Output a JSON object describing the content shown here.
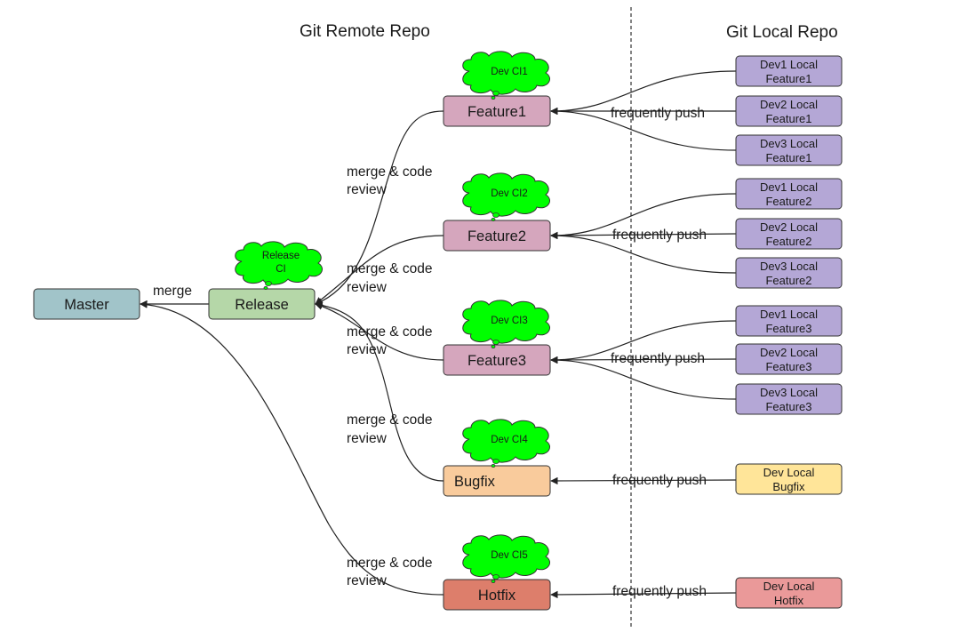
{
  "headings": {
    "remote": "Git Remote Repo",
    "local": "Git Local Repo"
  },
  "nodes": {
    "master": {
      "label": "Master",
      "color": "#a1c4c9"
    },
    "release": {
      "label": "Release",
      "color": "#b5d7a8"
    },
    "feature1": {
      "label": "Feature1",
      "color": "#d5a6bd"
    },
    "feature2": {
      "label": "Feature2",
      "color": "#d5a6bd"
    },
    "feature3": {
      "label": "Feature3",
      "color": "#d5a6bd"
    },
    "bugfix": {
      "label": "Bugfix",
      "color": "#f9cb9c"
    },
    "hotfix": {
      "label": "Hotfix",
      "color": "#dd7e6b"
    }
  },
  "local_nodes": [
    {
      "line1": "Dev1 Local",
      "line2": "Feature1",
      "color": "#b4a7d6"
    },
    {
      "line1": "Dev2 Local",
      "line2": "Feature1",
      "color": "#b4a7d6"
    },
    {
      "line1": "Dev3 Local",
      "line2": "Feature1",
      "color": "#b4a7d6"
    },
    {
      "line1": "Dev1 Local",
      "line2": "Feature2",
      "color": "#b4a7d6"
    },
    {
      "line1": "Dev2 Local",
      "line2": "Feature2",
      "color": "#b4a7d6"
    },
    {
      "line1": "Dev3 Local",
      "line2": "Feature2",
      "color": "#b4a7d6"
    },
    {
      "line1": "Dev1 Local",
      "line2": "Feature3",
      "color": "#b4a7d6"
    },
    {
      "line1": "Dev2 Local",
      "line2": "Feature3",
      "color": "#b4a7d6"
    },
    {
      "line1": "Dev3 Local",
      "line2": "Feature3",
      "color": "#b4a7d6"
    },
    {
      "line1": "Dev Local",
      "line2": "Bugfix",
      "color": "#ffe599"
    },
    {
      "line1": "Dev Local",
      "line2": "Hotfix",
      "color": "#ea9999"
    }
  ],
  "ci_clouds": [
    {
      "line1": "Release",
      "line2": "CI",
      "color": "#00ff00"
    },
    {
      "line1": "Dev CI1",
      "line2": "",
      "color": "#00ff00"
    },
    {
      "line1": "Dev CI2",
      "line2": "",
      "color": "#00ff00"
    },
    {
      "line1": "Dev CI3",
      "line2": "",
      "color": "#00ff00"
    },
    {
      "line1": "Dev CI4",
      "line2": "",
      "color": "#00ff00"
    },
    {
      "line1": "Dev CI5",
      "line2": "",
      "color": "#00ff00"
    }
  ],
  "edge_labels": {
    "merge": "merge",
    "review_feature1": {
      "line1": "merge & code",
      "line2": "review"
    },
    "review_feature2": {
      "line1": "merge & code",
      "line2": "review"
    },
    "review_feature3": {
      "line1": "merge & code",
      "line2": "review"
    },
    "review_bugfix": {
      "line1": "merge & code",
      "line2": "review"
    },
    "review_hotfix": {
      "line1": "merge & code",
      "line2": "review"
    },
    "push_feature1": "frequently push",
    "push_feature2": "frequently push",
    "push_feature3": "frequently push",
    "push_bugfix": "frequently push",
    "push_hotfix": "frequently push"
  }
}
